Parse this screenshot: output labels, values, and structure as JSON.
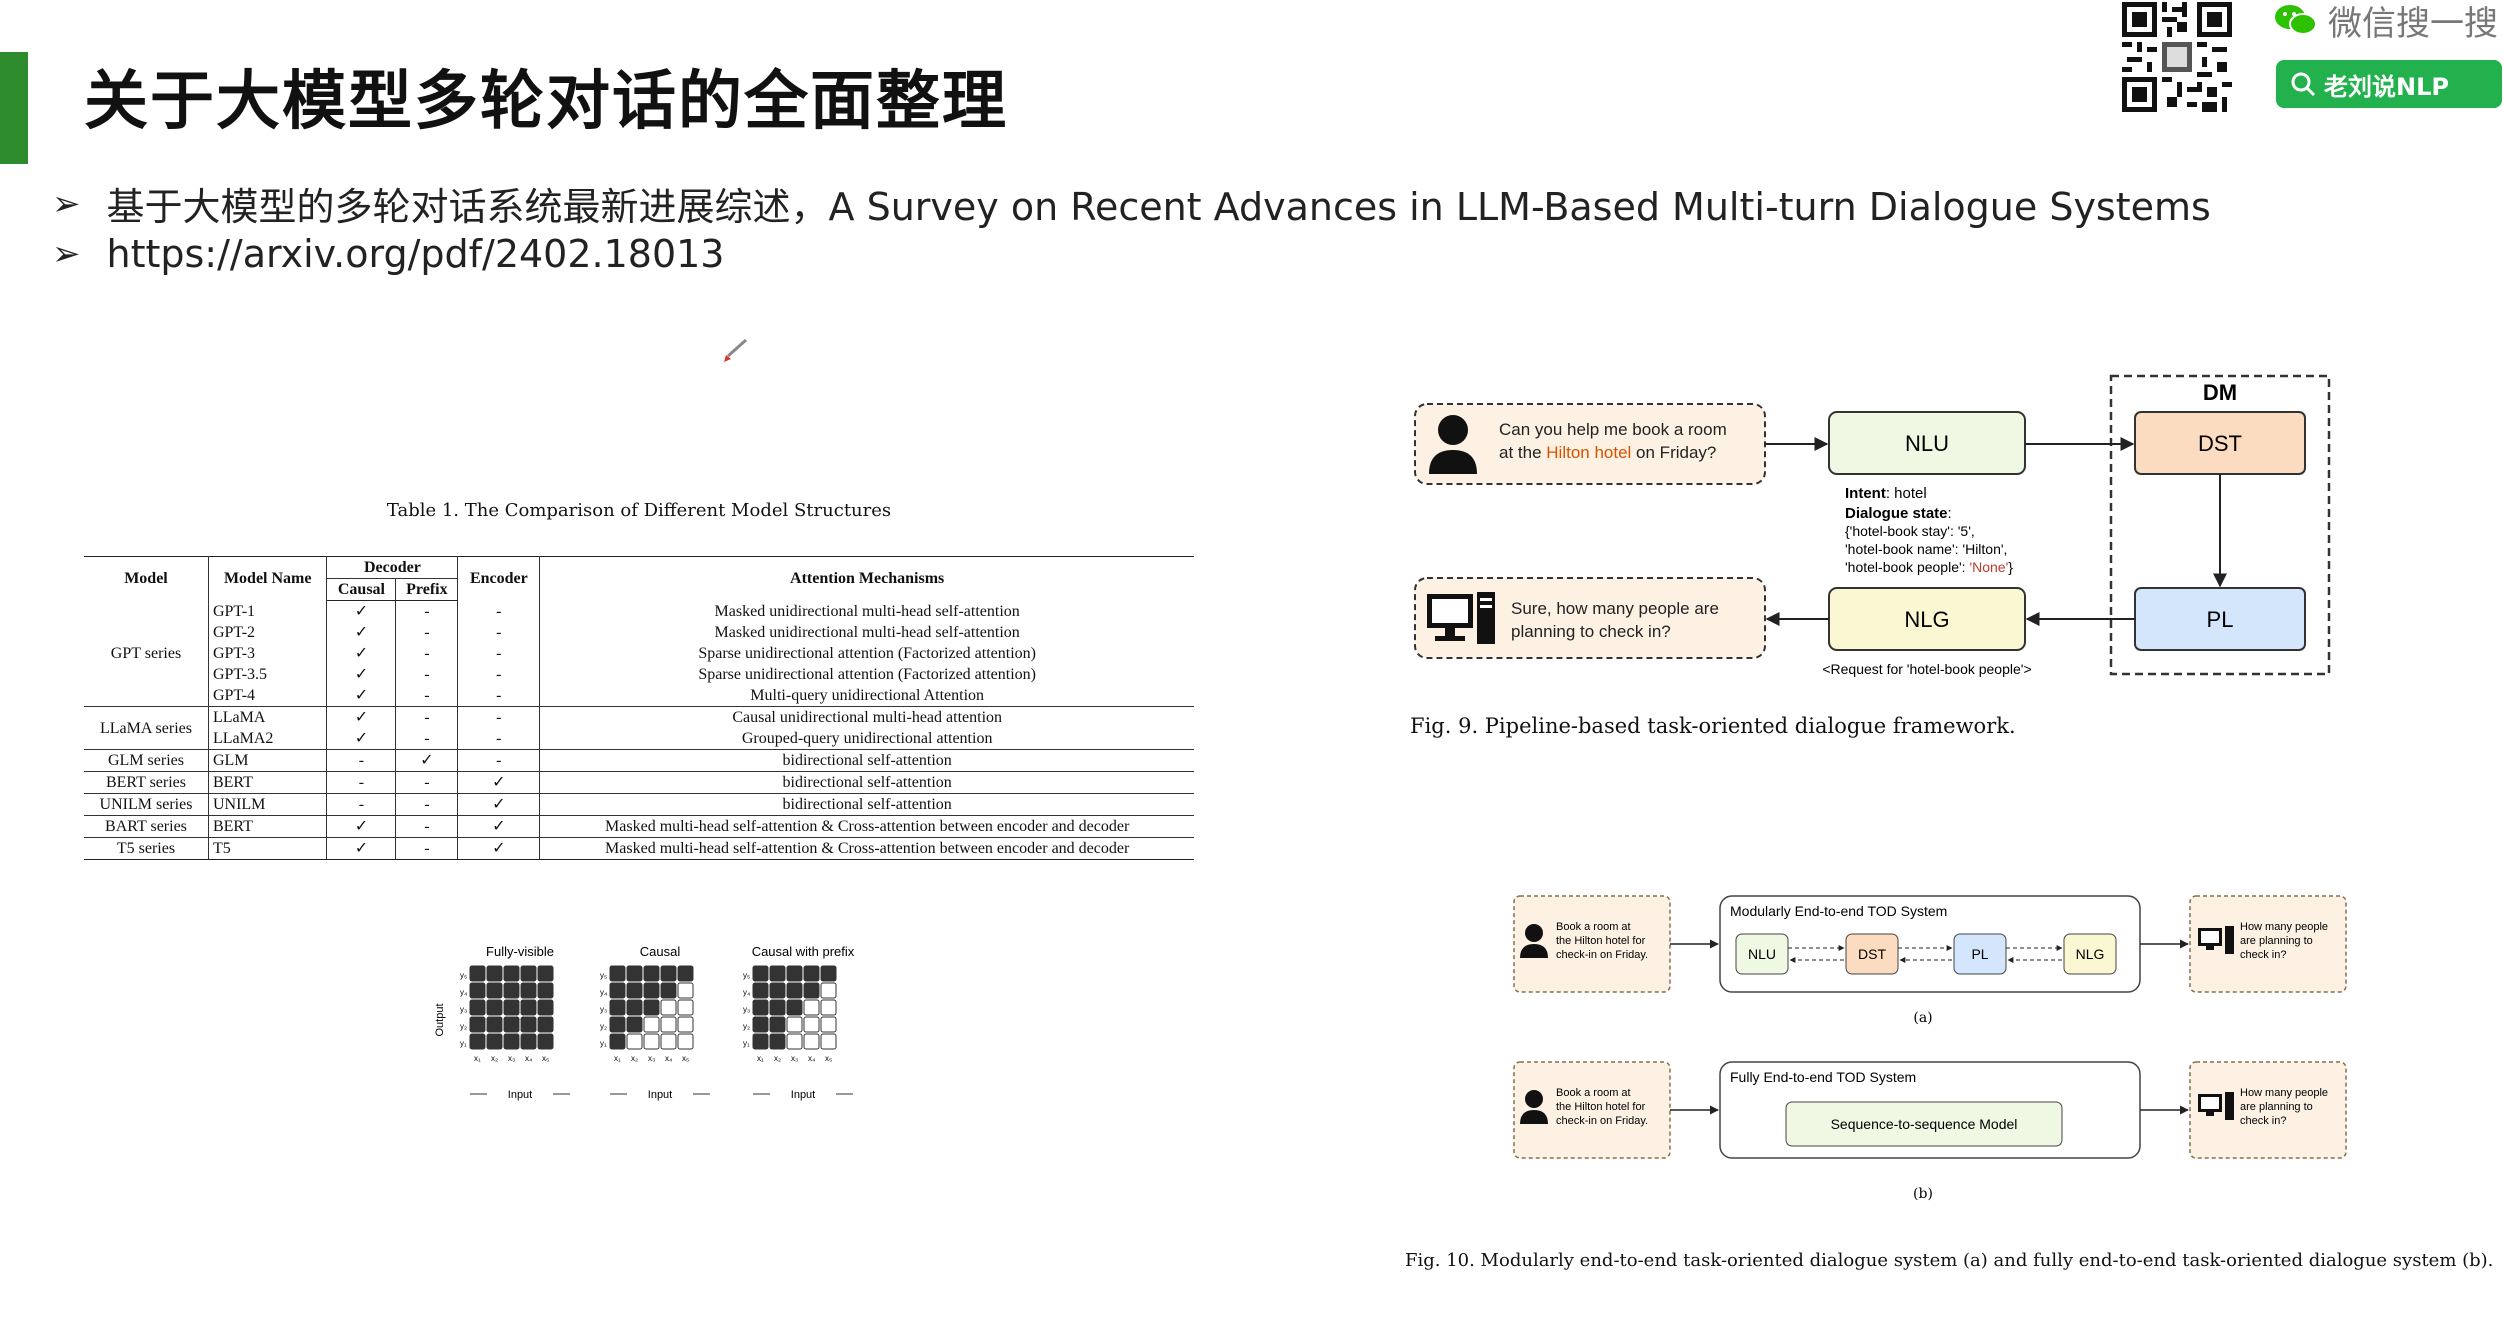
{
  "title": "关于大模型多轮对话的全面整理",
  "header": {
    "wechat_label": "微信搜一搜",
    "search_badge": "老刘说NLP"
  },
  "bullets": [
    "基于大模型的多轮对话系统最新进展综述，A Survey on Recent Advances in LLM-Based Multi-turn Dialogue Systems",
    "https://arxiv.org/pdf/2402.18013"
  ],
  "table": {
    "caption": "Table 1.  The Comparison of Different Model Structures",
    "headers": {
      "model": "Model",
      "model_name": "Model Name",
      "decoder": "Decoder",
      "causal": "Causal",
      "prefix": "Prefix",
      "encoder": "Encoder",
      "attention": "Attention Mechanisms"
    },
    "rows": [
      {
        "model": "GPT series",
        "name": "GPT-1",
        "causal": "✓",
        "prefix": "-",
        "encoder": "-",
        "attn": "Masked unidirectional multi-head self-attention"
      },
      {
        "model": "",
        "name": "GPT-2",
        "causal": "✓",
        "prefix": "-",
        "encoder": "-",
        "attn": "Masked unidirectional multi-head self-attention"
      },
      {
        "model": "",
        "name": "GPT-3",
        "causal": "✓",
        "prefix": "-",
        "encoder": "-",
        "attn": "Sparse unidirectional attention (Factorized attention)"
      },
      {
        "model": "",
        "name": "GPT-3.5",
        "causal": "✓",
        "prefix": "-",
        "encoder": "-",
        "attn": "Sparse unidirectional attention (Factorized attention)"
      },
      {
        "model": "",
        "name": "GPT-4",
        "causal": "✓",
        "prefix": "-",
        "encoder": "-",
        "attn": "Multi-query unidirectional Attention"
      },
      {
        "model": "LLaMA series",
        "name": "LLaMA",
        "causal": "✓",
        "prefix": "-",
        "encoder": "-",
        "attn": "Causal unidirectional multi-head attention"
      },
      {
        "model": "",
        "name": "LLaMA2",
        "causal": "✓",
        "prefix": "-",
        "encoder": "-",
        "attn": "Grouped-query unidirectional attention"
      },
      {
        "model": "GLM series",
        "name": "GLM",
        "causal": "-",
        "prefix": "✓",
        "encoder": "-",
        "attn": "bidirectional self-attention"
      },
      {
        "model": "BERT series",
        "name": "BERT",
        "causal": "-",
        "prefix": "-",
        "encoder": "✓",
        "attn": "bidirectional self-attention"
      },
      {
        "model": "UNILM series",
        "name": "UNILM",
        "causal": "-",
        "prefix": "-",
        "encoder": "✓",
        "attn": "bidirectional self-attention"
      },
      {
        "model": "BART series",
        "name": "BERT",
        "causal": "✓",
        "prefix": "-",
        "encoder": "✓",
        "attn": "Masked multi-head self-attention & Cross-attention between encoder and decoder"
      },
      {
        "model": "T5 series",
        "name": "T5",
        "causal": "✓",
        "prefix": "-",
        "encoder": "✓",
        "attn": "Masked multi-head self-attention & Cross-attention between encoder and decoder"
      }
    ]
  },
  "mask_figure": {
    "panels": [
      {
        "label": "Fully-visible"
      },
      {
        "label": "Causal"
      },
      {
        "label": "Causal with prefix"
      }
    ],
    "output_label": "Output",
    "input_label": "Input",
    "y_labels": [
      "y₅",
      "y₄",
      "y₃",
      "y₂",
      "y₁"
    ],
    "x_labels": [
      "x₁",
      "x₂",
      "x₃",
      "x₄",
      "x₅"
    ]
  },
  "fig9": {
    "user_text_1": "Can you help me book a room",
    "user_text_2a": "at the ",
    "user_text_2b": "Hilton hotel",
    "user_text_2c": " on Friday?",
    "sys_text_1": "Sure, how many people are",
    "sys_text_2": "planning to check in?",
    "nlu": "NLU",
    "nlg": "NLG",
    "dm": "DM",
    "dst": "DST",
    "pl": "PL",
    "intent_label": "Intent",
    "intent_value": ": hotel",
    "state_label": "Dialogue state",
    "state_colon": ":",
    "state_1": "{'hotel-book stay': '5',",
    "state_2": "'hotel-book name': 'Hilton',",
    "state_3a": "'hotel-book people': ",
    "state_3b": "'None'",
    "state_3c": "}",
    "request": "<Request for 'hotel-book people'>",
    "caption": "Fig. 9.  Pipeline-based task-oriented dialogue framework."
  },
  "fig10": {
    "user_1": "Book a room at",
    "user_2": "the Hilton hotel for",
    "user_3": "check-in on Friday.",
    "sys_1": "How many people",
    "sys_2": "are planning to",
    "sys_3": "check in?",
    "a_title": "Modularly End-to-end TOD System",
    "a_modules": [
      "NLU",
      "DST",
      "PL",
      "NLG"
    ],
    "a_label": "(a)",
    "b_title": "Fully End-to-end TOD System",
    "b_model": "Sequence-to-sequence Model",
    "b_label": "(b)",
    "caption": "Fig. 10.  Modularly end-to-end task-oriented dialogue system (a) and fully end-to-end task-oriented dialogue system (b)."
  },
  "colors": {
    "accent_green": "#2e8b2e",
    "badge_green": "#22b14c",
    "user_box": "#fdf1e4",
    "nlu_fill": "#eef8e2",
    "dst_fill": "#fbdcc0",
    "pl_fill": "#d4e6fb",
    "nlg_fill": "#fbf7d2",
    "none_red": "#c0392b"
  }
}
